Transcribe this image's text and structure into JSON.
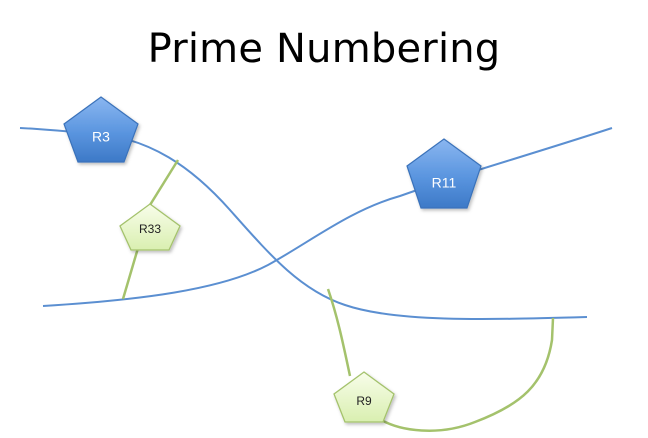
{
  "title": "Prime Numbering",
  "nodes": {
    "r3": "R3",
    "r11": "R11",
    "r33": "R33",
    "r9": "R9"
  },
  "colors": {
    "blue_line": "#5b8fd1",
    "green_line": "#a4c26c",
    "blue_node": "#4a8ad8",
    "green_node": "#e7f6c9"
  }
}
